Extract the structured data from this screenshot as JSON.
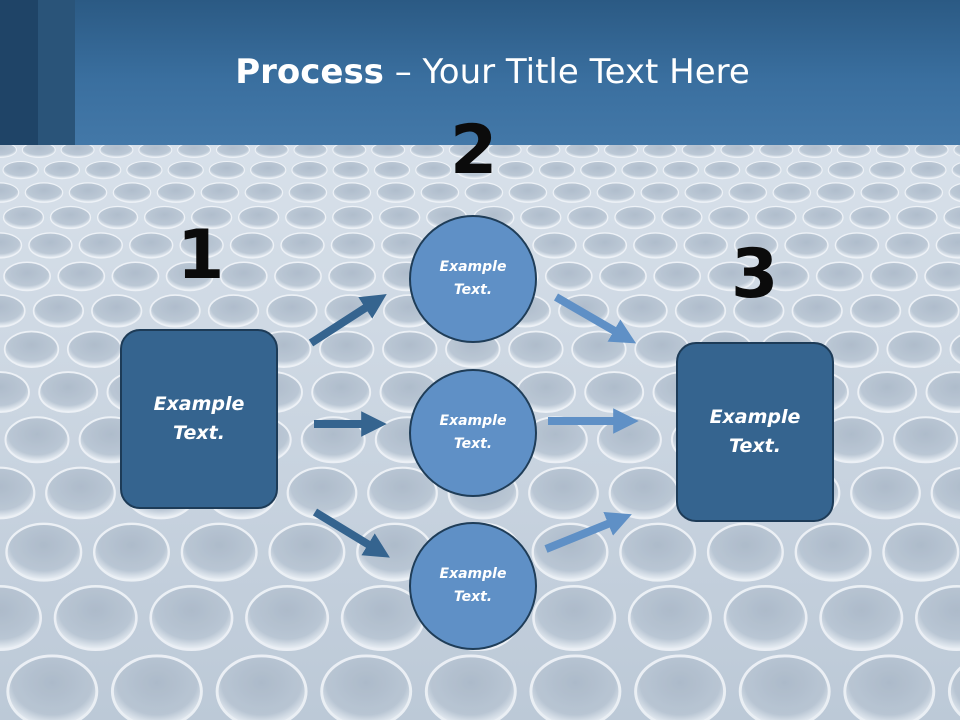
{
  "slide": {
    "title_bold": "Process",
    "title_rest": " – Your Title Text Here"
  },
  "steps": [
    {
      "number": "1",
      "label": "Example\nText."
    },
    {
      "number": "2",
      "label": "Example\nText."
    },
    {
      "number": "3",
      "label": "Example\nText."
    }
  ],
  "middle_nodes": [
    {
      "label": "Example\nText."
    },
    {
      "label": "Example\nText."
    },
    {
      "label": "Example\nText."
    }
  ],
  "colors": {
    "header": "#3a6f9f",
    "box_fill": "#35648f",
    "circle_fill": "#5f90c6",
    "arrow_dark": "#35648f",
    "arrow_light": "#5f90c6"
  }
}
